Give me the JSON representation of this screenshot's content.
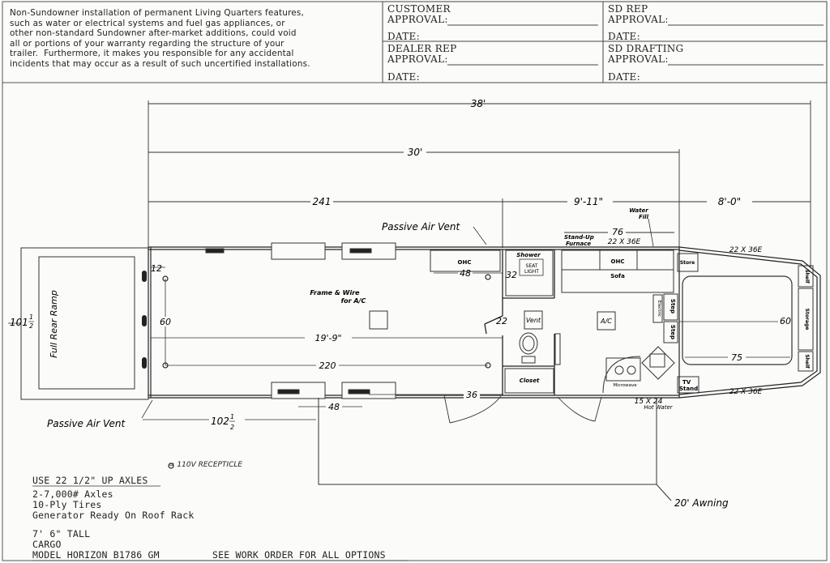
{
  "disclaimer": "Non-Sundowner installation of permanent Living Quarters features,\nsuch as water or electrical systems and fuel gas appliances, or\nother non-standard Sundowner after-market additions, could void\nall or portions of your warranty regarding the structure of your\ntrailer.  Furthermore, it makes you responsible for any accidental\nincidents that may occur as a result of such uncertified installations.",
  "approvals": {
    "customer": "CUSTOMER",
    "sd_rep": "SD  REP",
    "dealer_rep": "DEALER REP",
    "sd_drafting": "SD  DRAFTING",
    "approval": "APPROVAL:",
    "date": "DATE:"
  },
  "dims": {
    "overall": "38'",
    "box": "30'",
    "d241": "241",
    "d911": "9'-11\"",
    "d80": "8'-0\"",
    "d76": "76",
    "d12": "12",
    "d48a": "48",
    "d32": "32",
    "d60a": "60",
    "d199": "19'-9\"",
    "d22": "22",
    "d220": "220",
    "d36": "36",
    "d48b": "48",
    "d60b": "60",
    "d75": "75",
    "d1015_whole": "101",
    "d1015_num": "1",
    "d1015_den": "2",
    "d1025_whole": "102",
    "d1025_num": "1",
    "d1025_den": "2",
    "awning": "20' Awning"
  },
  "labels": {
    "passive_top": "Passive Air Vent",
    "passive_bottom": "Passive Air Vent",
    "ramp": "Full Rear Ramp",
    "frame1": "Frame & Wire",
    "frame2": "for A/C",
    "ohc_left": "OHC",
    "shower": "Shower",
    "shower_seat": "SEAT",
    "shower_light": "LIGHT",
    "vent": "Vent",
    "ac": "A/C",
    "closet": "Closet",
    "water_fill_1": "Water",
    "water_fill_2": "Fill",
    "standup_1": "Stand-Up",
    "standup_2": "Furnace",
    "win_top": "22 X 36E",
    "ohc_right": "OHC",
    "sofa": "Sofa",
    "step1": "Step",
    "step2": "Step",
    "electric": "Electric",
    "microwave": "Microwave",
    "tv1": "TV",
    "tv2": "Stand",
    "win_bottom": "15 X 24",
    "hot_water": "Hot Water",
    "store": "Store",
    "shelf1": "Shelf",
    "storage": "Storage",
    "shelf2": "Shelf",
    "nose_win_top": "22 X 36E",
    "nose_win_bottom": "22 X 36E"
  },
  "receptacle": "= 110V RECEPTICLE",
  "notes": {
    "axles_heading": "USE 22 1/2\" UP AXLES",
    "axles": "2-7,000# Axles",
    "tires": "10-Ply Tires",
    "generator": "Generator Ready On Roof Rack",
    "height": "7' 6\" TALL",
    "type": "CARGO",
    "model": "MODEL HORIZON B1786 GM",
    "work_order": "SEE WORK ORDER FOR ALL OPTIONS"
  }
}
